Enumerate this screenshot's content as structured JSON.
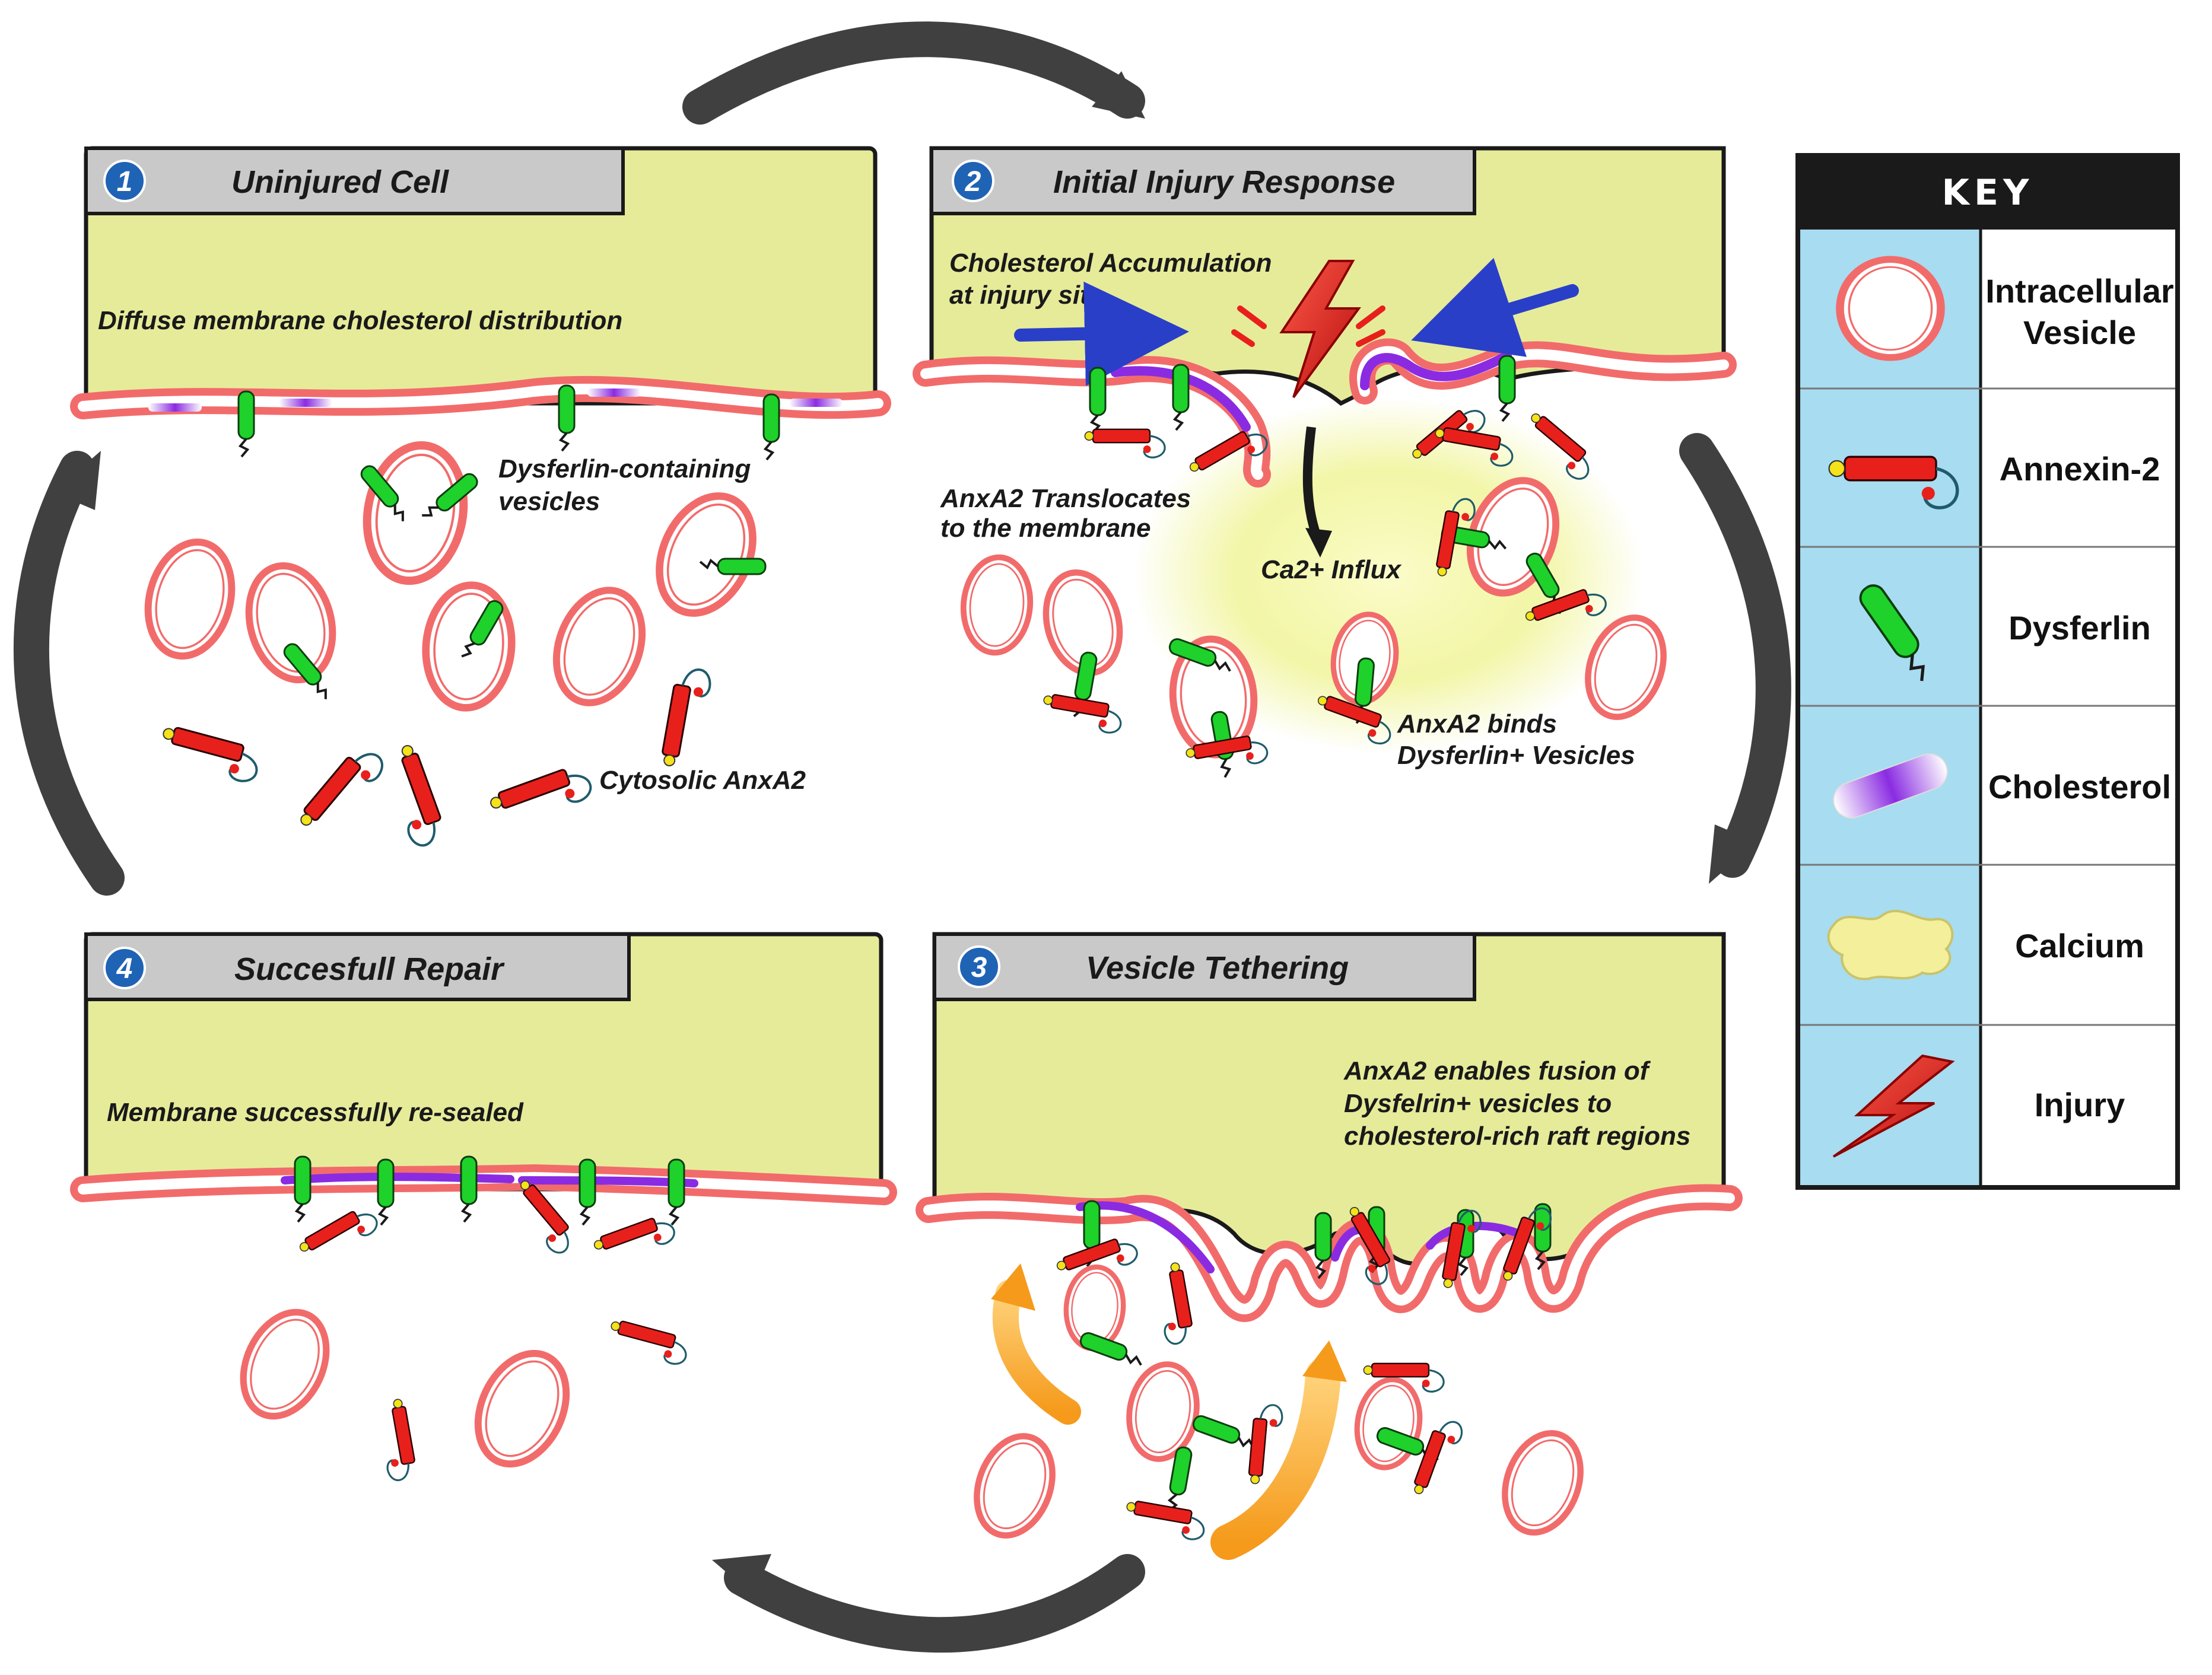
{
  "panels": {
    "p1": {
      "number": "1",
      "title": "Uninjured Cell",
      "notes": {
        "membrane": "Diffuse membrane cholesterol distribution",
        "vesicles_1": "Dysferlin-containing",
        "vesicles_2": "vesicles",
        "cytosolic": "Cytosolic AnxA2"
      }
    },
    "p2": {
      "number": "2",
      "title": "Initial Injury Response",
      "notes": {
        "chol_1": "Cholesterol Accumulation",
        "chol_2": "at injury site",
        "trans_1": "AnxA2 Translocates",
        "trans_2": "to the membrane",
        "calcium": "Ca2+ Influx",
        "binds_1": "AnxA2 binds",
        "binds_2": "Dysferlin+ Vesicles"
      }
    },
    "p3": {
      "number": "3",
      "title": "Vesicle Tethering",
      "notes": {
        "fusion_1": "AnxA2 enables fusion of",
        "fusion_2": "Dysfelrin+ vesicles to",
        "fusion_3": "cholesterol-rich raft regions"
      }
    },
    "p4": {
      "number": "4",
      "title": "Succesfull Repair",
      "notes": {
        "resealed": "Membrane successfully re-sealed"
      }
    }
  },
  "key": {
    "title": "KEY",
    "items": [
      {
        "icon": "vesicle-icon",
        "line1": "Intracellular",
        "line2": "Vesicle"
      },
      {
        "icon": "annexin-icon",
        "line1": "Annexin-2",
        "line2": ""
      },
      {
        "icon": "dysferlin-icon",
        "line1": "Dysferlin",
        "line2": ""
      },
      {
        "icon": "cholesterol-icon",
        "line1": "Cholesterol",
        "line2": ""
      },
      {
        "icon": "calcium-icon",
        "line1": "Calcium",
        "line2": ""
      },
      {
        "icon": "injury-icon",
        "line1": "Injury",
        "line2": ""
      }
    ]
  },
  "colors": {
    "cytoplasm": "#e6eb9a",
    "membrane": "#f26b6b",
    "annexin": "#e8201c",
    "dysferlin": "#1fd12b",
    "cholesterol": "#8a2be2",
    "key_bg": "#a8dcf0",
    "cycle_arrow": "#404040",
    "blue_arrow": "#2a3fc8",
    "orange_arrow": "#f5a623",
    "badge": "#1f63b5"
  }
}
